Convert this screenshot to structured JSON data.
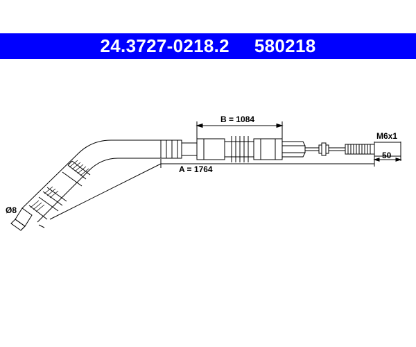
{
  "header": {
    "part_number": "24.3727-0218.2",
    "ref_number": "580218",
    "background_color": "#0000ff",
    "text_color": "#ffffff"
  },
  "drawing": {
    "dim_a": "A = 1764",
    "dim_b": "B = 1084",
    "thread": "M6x1",
    "thread_length": "50",
    "diameter": "Ø8"
  }
}
